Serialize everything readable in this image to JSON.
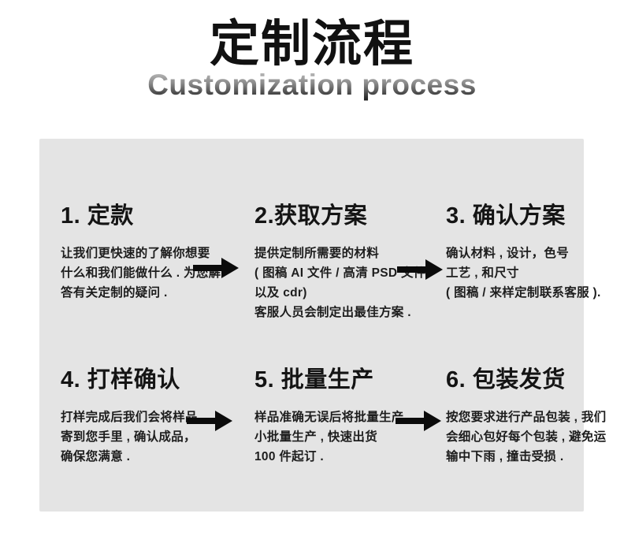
{
  "header": {
    "title": "定制流程",
    "subtitle": "Customization process"
  },
  "colors": {
    "page_background": "#ffffff",
    "panel_background": "#e4e4e4",
    "title_text": "#111111",
    "body_text": "#1d1d1d",
    "arrow": "#0b0b0b",
    "subtitle_gradient_top": "#cccccc",
    "subtitle_gradient_bottom": "#1c1c1c"
  },
  "icons": {
    "connector": "arrow-right-icon"
  },
  "steps": [
    {
      "title": "1. 定款",
      "lines": [
        "让我们更快速的了解你想要",
        "什么和我们能做什么 . 为您解",
        "答有关定制的疑问 ."
      ]
    },
    {
      "title": "2.获取方案",
      "lines": [
        "提供定制所需要的材料",
        "( 图稿 AI 文件 / 高清 PSD 文件",
        "以及 cdr)",
        "客服人员会制定出最佳方案 ."
      ]
    },
    {
      "title": "3. 确认方案",
      "lines": [
        "确认材料 , 设计，色号",
        "工艺 , 和尺寸",
        "( 图稿 / 来样定制联系客服 )."
      ]
    },
    {
      "title": "4. 打样确认",
      "lines": [
        "打样完成后我们会将样品",
        "寄到您手里 , 确认成品，",
        "确保您满意 ."
      ]
    },
    {
      "title": "5. 批量生产",
      "lines": [
        "样品准确无误后将批量生产",
        "小批量生产 , 快速出货",
        "100 件起订 ."
      ]
    },
    {
      "title": "6. 包装发货",
      "lines": [
        "按您要求进行产品包装 , 我们",
        "会细心包好每个包装 , 避免运",
        "输中下雨 , 撞击受损 ."
      ]
    }
  ]
}
